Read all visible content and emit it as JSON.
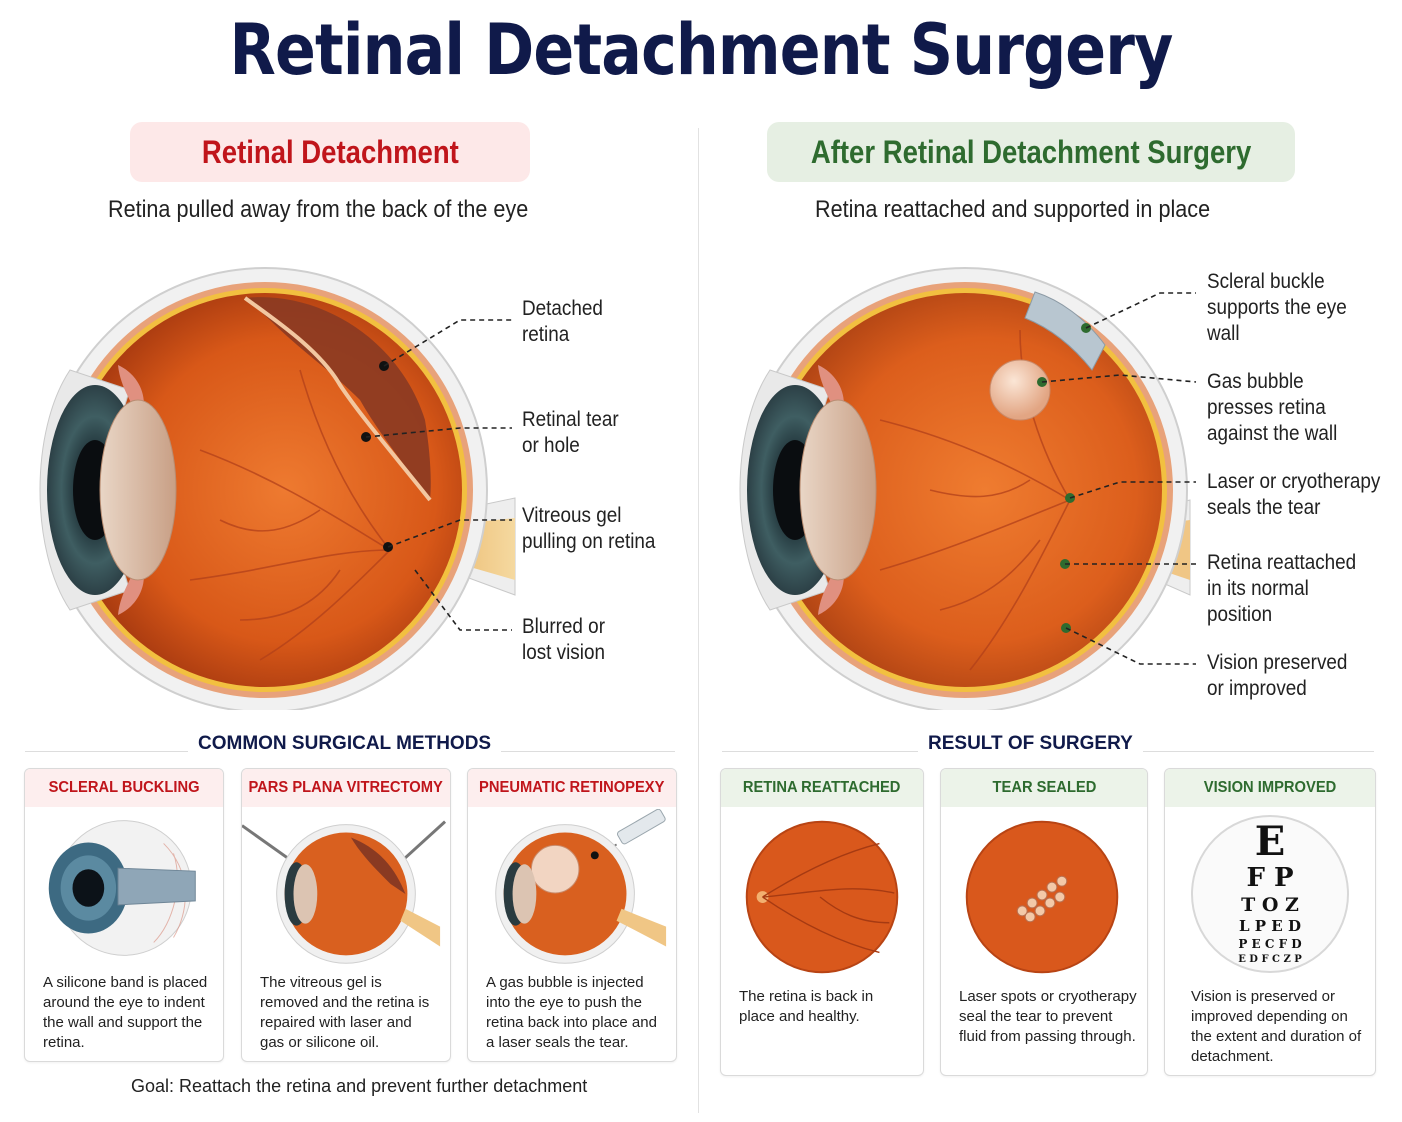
{
  "title": "Retinal Detachment Surgery",
  "left_panel": {
    "heading": "Retinal Detachment",
    "subtitle": "Retina pulled away from the back of the eye",
    "callouts": [
      {
        "text": "Detached\nretina"
      },
      {
        "text": "Retinal tear\nor hole"
      },
      {
        "text": "Vitreous gel\npulling on retina"
      },
      {
        "text": "Blurred or\nlost vision"
      }
    ]
  },
  "right_panel": {
    "heading": "After Retinal Detachment Surgery",
    "subtitle": "Retina reattached and supported in place",
    "callouts": [
      {
        "text": "Scleral buckle\nsupports the eye\nwall"
      },
      {
        "text": "Gas bubble\npresses retina\nagainst the wall"
      },
      {
        "text": "Laser or cryotherapy\nseals the tear"
      },
      {
        "text": "Retina reattached\nin its normal\nposition"
      },
      {
        "text": "Vision preserved\nor improved"
      }
    ]
  },
  "methods": {
    "title": "COMMON SURGICAL METHODS",
    "cards": [
      {
        "heading": "SCLERAL BUCKLING",
        "text": "A silicone band is placed around the eye to indent the wall and support the retina."
      },
      {
        "heading": "PARS PLANA VITRECTOMY",
        "text": "The vitreous gel is removed and the retina is repaired with laser and gas or silicone oil."
      },
      {
        "heading": "PNEUMATIC RETINOPEXY",
        "text": "A gas bubble is injected into the eye to push the retina back into place and a laser seals the tear."
      }
    ],
    "goal": "Goal: Reattach the retina and prevent further detachment"
  },
  "results": {
    "title": "RESULT OF SURGERY",
    "cards": [
      {
        "heading": "RETINA REATTACHED",
        "text": "The retina is back in place and healthy."
      },
      {
        "heading": "TEAR SEALED",
        "text": "Laser spots or cryotherapy seal the tear to prevent fluid from passing through."
      },
      {
        "heading": "VISION IMPROVED",
        "text": "Vision is preserved or improved depending on the extent and duration of detachment."
      }
    ],
    "eye_chart": [
      "E",
      "F P",
      "T O Z",
      "L P E D",
      "P E C F D",
      "E D F C Z P"
    ]
  },
  "colors": {
    "title": "#101a4a",
    "detachment_red": "#c0151b",
    "surgery_green": "#2e6b2f",
    "retina_orange": "#e0601f"
  }
}
